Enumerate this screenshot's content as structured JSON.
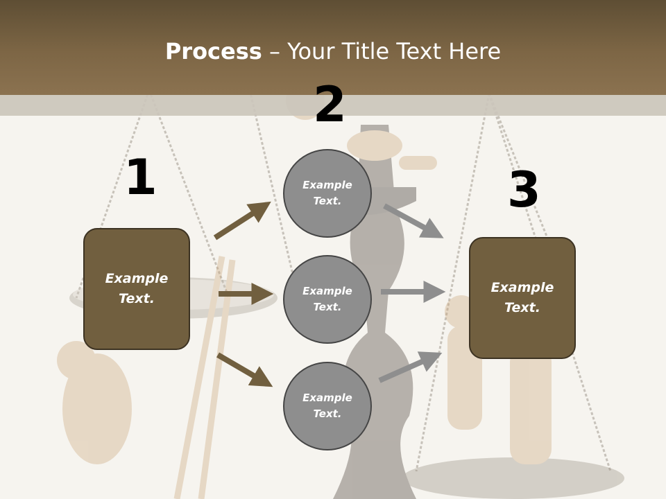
{
  "slide": {
    "title_bold": "Process",
    "title_rest": " – Your Title Text Here",
    "step_numbers": [
      "1",
      "2",
      "3"
    ],
    "left_box": "Example Text.",
    "right_box": "Example Text.",
    "circles": [
      "Example Text.",
      "Example Text.",
      "Example Text."
    ]
  },
  "colors": {
    "header": "#7d6645",
    "box_fill": "#715f3f",
    "circle_fill": "#8e8e8e",
    "arrow_brown": "#715f3f",
    "arrow_gray": "#8e8e8e"
  }
}
